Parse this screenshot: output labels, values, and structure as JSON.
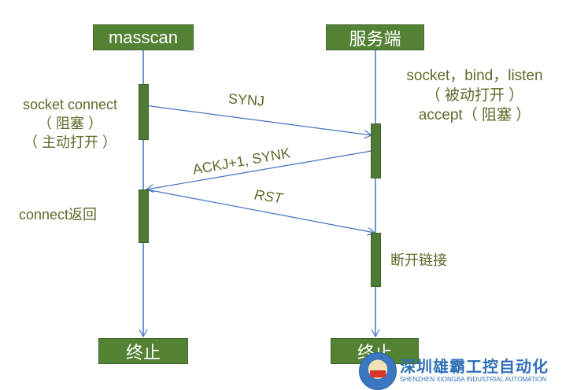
{
  "participants": {
    "client": {
      "label": "masscan"
    },
    "server": {
      "label": "服务端"
    }
  },
  "terminators": {
    "client": {
      "label": "终止"
    },
    "server": {
      "label": "终止"
    }
  },
  "notes": {
    "client_connect": [
      "socket connect",
      "（ 阻塞 ）",
      "（ 主动打开 ）"
    ],
    "server_listen": [
      "socket，bind，listen",
      "（ 被动打开 ）",
      "accept（ 阻塞 ）"
    ],
    "client_return": "connect返回",
    "server_close": "断开链接"
  },
  "messages": [
    {
      "label": "SYNJ",
      "from": "client",
      "to": "server"
    },
    {
      "label": "ACKJ+1, SYNK",
      "from": "server",
      "to": "client"
    },
    {
      "label": "RST",
      "from": "client",
      "to": "server"
    }
  ],
  "watermark": {
    "cn": "深圳雄霸工控自动化",
    "en": "SHENZHEN XIONGBA INDUSTRIAL AUTOMATION"
  },
  "colors": {
    "box_fill": "#548235",
    "text": "#5b6b2a",
    "line": "#4472c4"
  }
}
